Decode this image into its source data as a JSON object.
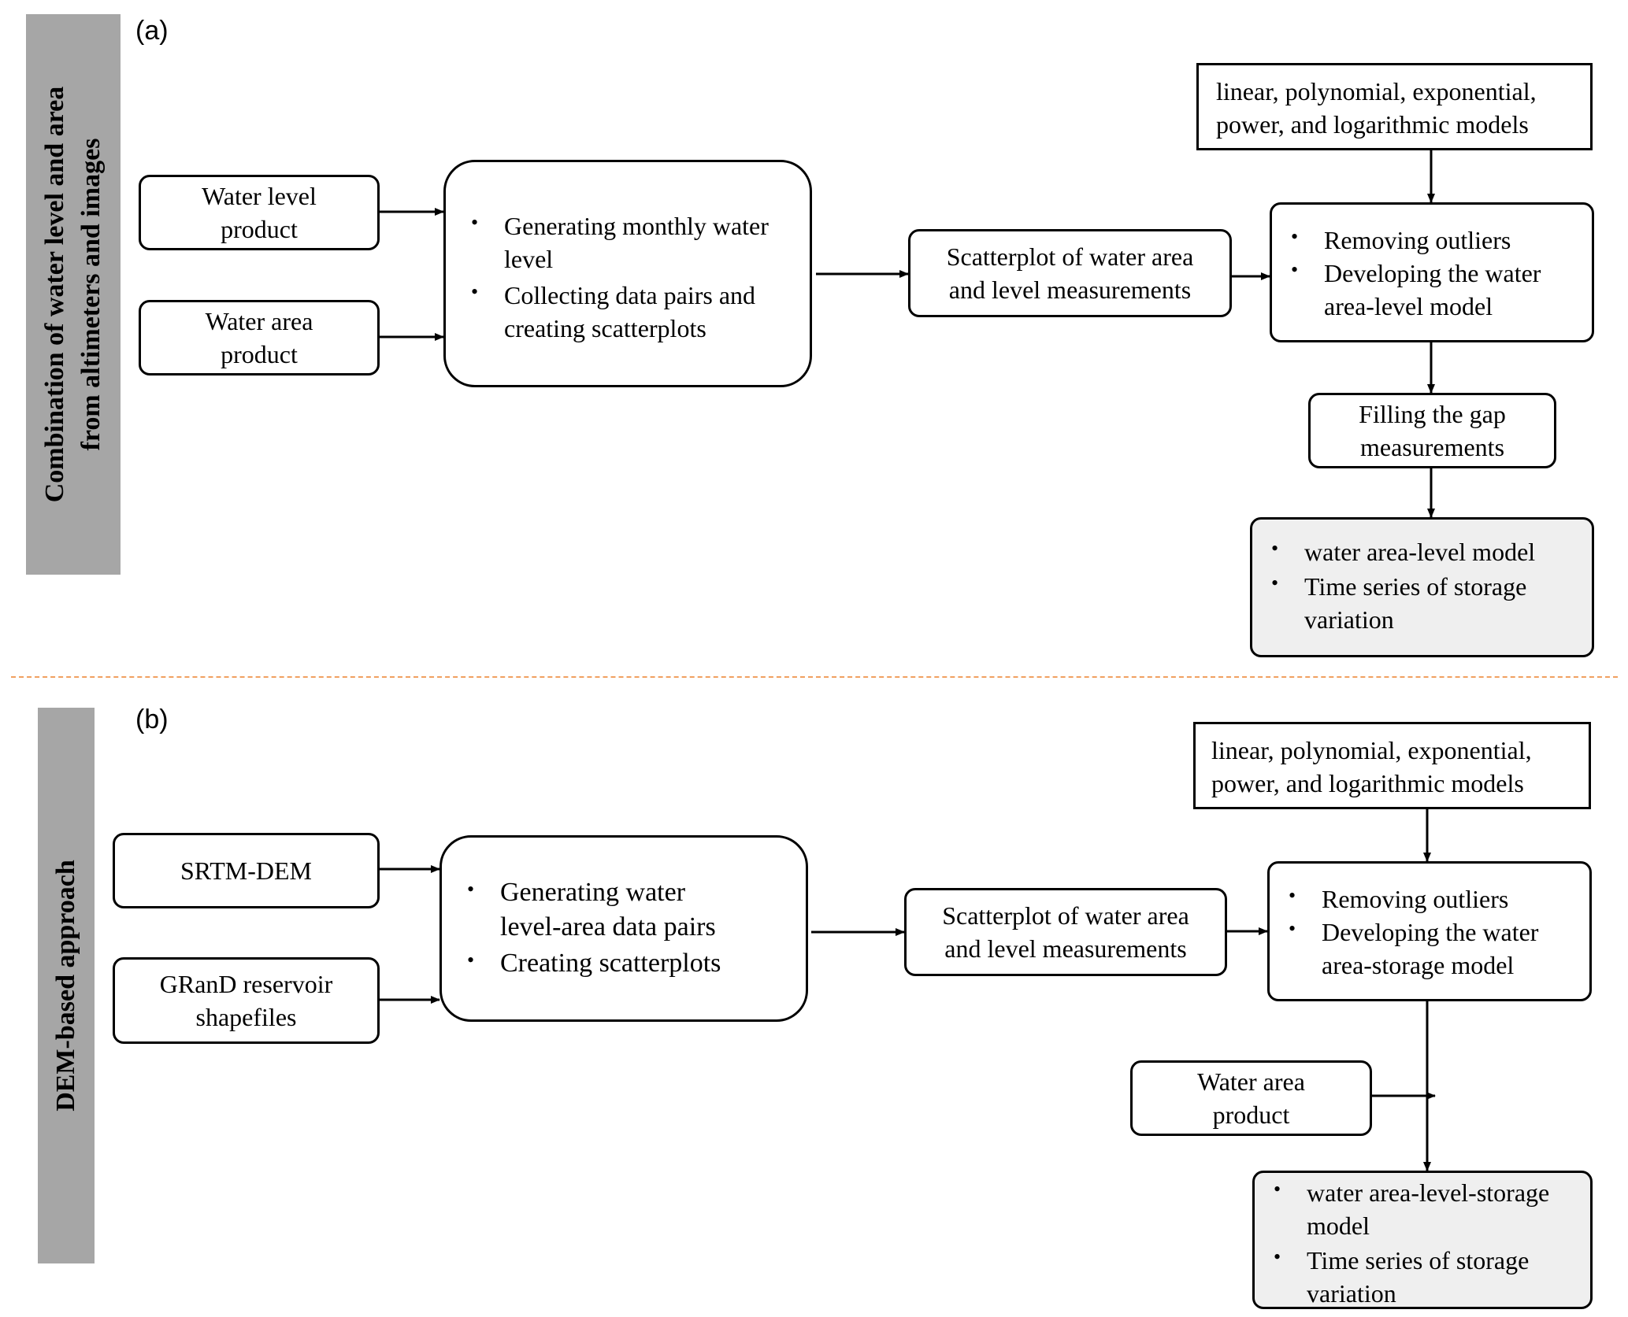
{
  "panel_a": {
    "label": "(a)",
    "side_title_line1": "Combination of water level and area",
    "side_title_line2": "from altimeters and images",
    "input1": "Water level product",
    "input2": "Water area product",
    "process": [
      "Generating monthly water level",
      "Collecting data pairs and creating scatterplots"
    ],
    "scatter": "Scatterplot of water area and level measurements",
    "models_line1": "linear, polynomial, exponential,",
    "models_line2": "power, and logarithmic models",
    "develop": [
      "Removing outliers",
      "Developing the water area-level model"
    ],
    "fill": "Filling the gap measurements",
    "outputs": [
      "water area-level model",
      "Time series of storage variation"
    ]
  },
  "panel_b": {
    "label": "(b)",
    "side_title": "DEM-based approach",
    "input1": "SRTM-DEM",
    "input2": "GRanD reservoir shapefiles",
    "process": [
      "Generating water level-area data pairs",
      "Creating scatterplots"
    ],
    "scatter": "Scatterplot of water area and level measurements",
    "models_line1": "linear, polynomial, exponential,",
    "models_line2": "power, and logarithmic models",
    "develop": [
      "Removing outliers",
      "Developing the water area-storage model"
    ],
    "area_product": "Water area product",
    "outputs": [
      "water area-level-storage model",
      "Time series of storage variation"
    ]
  },
  "colors": {
    "sidebar": "#a6a6a6",
    "output_fill": "#efefef",
    "divider": "#f0a060"
  }
}
